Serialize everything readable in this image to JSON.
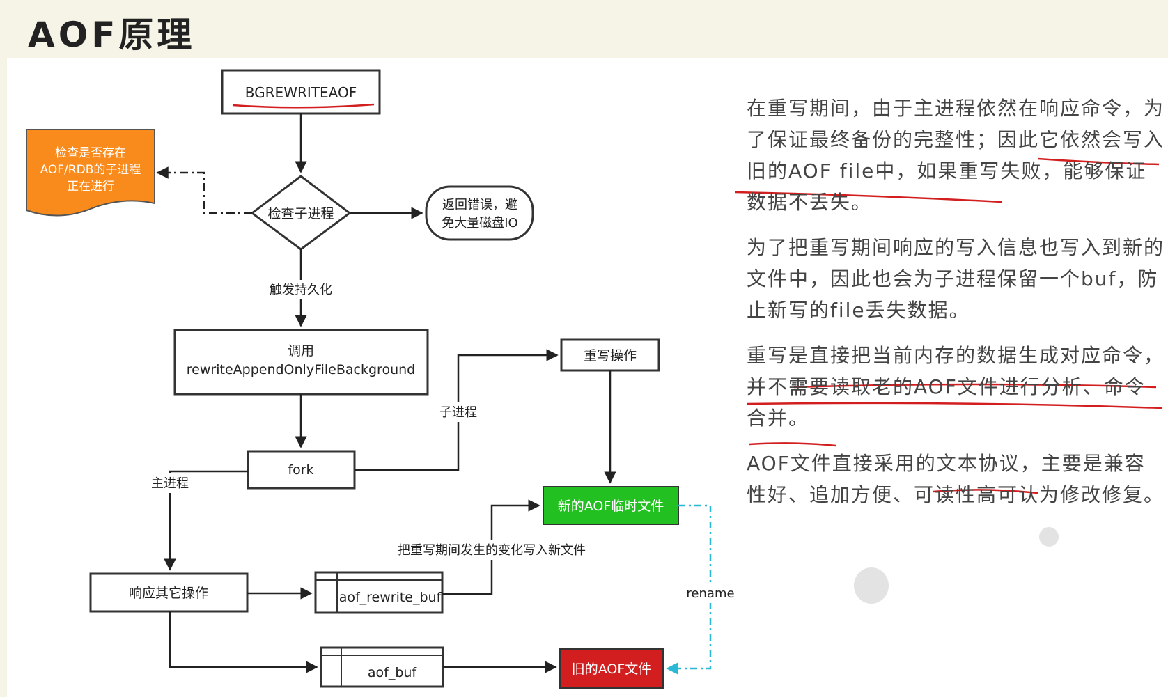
{
  "page": {
    "title": "AOF原理"
  },
  "diagram": {
    "nodes": {
      "bgrewriteaof": "BGREWRITEAOF",
      "check_exists": [
        "检查是否存在",
        "AOF/RDB的子进程",
        "正在进行"
      ],
      "check_child": "检查子进程",
      "return_error": [
        "返回错误，避",
        "免大量磁盘IO"
      ],
      "call_line1": "调用",
      "call_line2": "rewriteAppendOnlyFileBackground",
      "fork": "fork",
      "rewrite_op": "重写操作",
      "new_aof": "新的AOF临时文件",
      "respond_other": "响应其它操作",
      "aof_rewrite_buf": "aof_rewrite_buf",
      "aof_buf": "aof_buf",
      "old_aof": "旧的AOF文件"
    },
    "edge_labels": {
      "trigger": "触发持久化",
      "child_process": "子进程",
      "main_process": "主进程",
      "write_changes": "把重写期间发生的变化写入新文件",
      "rename": "rename"
    },
    "colors": {
      "orange": "#f98a1c",
      "green": "#23c021",
      "red": "#d21e1e",
      "cyan": "#2bb8d4",
      "annotation": "#d21e1e"
    }
  },
  "notes": {
    "p1": "在重写期间，由于主进程依然在响应命令，为了保证最终备份的完整性；因此它依然会写入旧的AOF file中，如果重写失败，能够保证数据不丢失。",
    "p2": "为了把重写期间响应的写入信息也写入到新的文件中，因此也会为子进程保留一个buf，防止新写的file丢失数据。",
    "p3": "重写是直接把当前内存的数据生成对应命令，并不需要读取老的AOF文件进行分析、命令合并。",
    "p4": "AOF文件直接采用的文本协议，主要是兼容性好、追加方便、可读性高可认为修改修复。"
  }
}
